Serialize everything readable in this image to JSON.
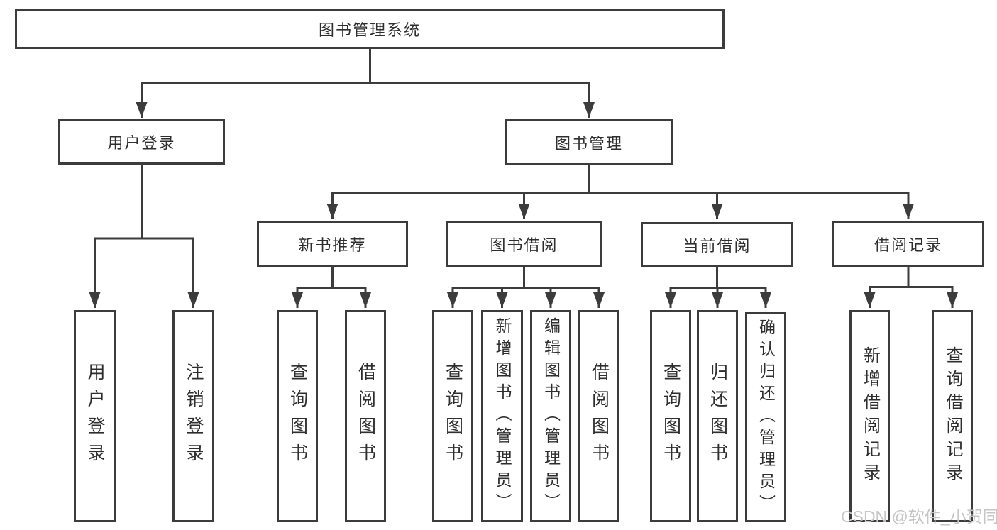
{
  "title": "图书管理系统",
  "watermark": {
    "text": "CSDN @软件_小贺同学"
  },
  "colors": {
    "line": "#3c3c3c",
    "border": "#3c3c3c",
    "text": "#2e2e2e",
    "watermark": "#c5c5c5",
    "background": "#ffffff"
  },
  "tree": {
    "root": "图书管理系统",
    "branches": [
      {
        "label": "用户登录",
        "leaves": [
          "用户登录",
          "注销登录"
        ]
      },
      {
        "label": "图书管理",
        "sections": [
          {
            "label": "新书推荐",
            "leaves": [
              "查询图书",
              "借阅图书"
            ]
          },
          {
            "label": "图书借阅",
            "leaves": [
              "查询图书",
              "新增图书（管理员）",
              "编辑图书（管理员）",
              "借阅图书"
            ]
          },
          {
            "label": "当前借阅",
            "leaves": [
              "查询图书",
              "归还图书",
              "确认归还（管理员）"
            ]
          },
          {
            "label": "借阅记录",
            "leaves": [
              "新增借阅记录",
              "查询借阅记录"
            ]
          }
        ]
      }
    ]
  }
}
